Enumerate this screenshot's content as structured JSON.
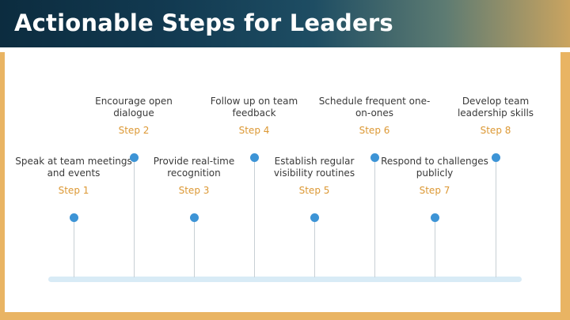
{
  "title": "Actionable Steps for Leaders",
  "steps": [
    {
      "label": "Speak at team meetings and events",
      "step": "Step 1"
    },
    {
      "label": "Encourage open dialogue",
      "step": "Step 2"
    },
    {
      "label": "Provide real-time recognition",
      "step": "Step 3"
    },
    {
      "label": "Follow up on team feedback",
      "step": "Step 4"
    },
    {
      "label": "Establish regular visibility routines",
      "step": "Step 5"
    },
    {
      "label": "Schedule frequent one-on-ones",
      "step": "Step 6"
    },
    {
      "label": "Respond to challenges publicly",
      "step": "Step 7"
    },
    {
      "label": "Develop team leadership skills",
      "step": "Step 8"
    }
  ],
  "colors": {
    "accent_dot": "#3d94d6",
    "step_text": "#dc9834",
    "frame": "#e9b463"
  }
}
